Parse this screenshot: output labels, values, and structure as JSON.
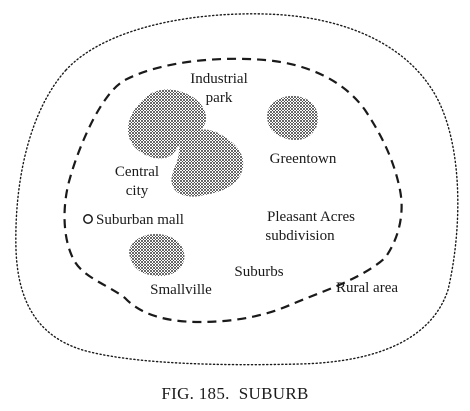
{
  "labels": {
    "industrial_park_line1": "Industrial",
    "industrial_park_line2": "park",
    "greentown": "Greentown",
    "central_city_line1": "Central",
    "central_city_line2": "city",
    "suburban_mall": "Suburban mall",
    "pleasant_acres_line1": "Pleasant Acres",
    "pleasant_acres_line2": "subdivision",
    "suburbs": "Suburbs",
    "smallville": "Smallville",
    "rural_area": "Rural area"
  },
  "caption": "FIG. 185.  SUBURB",
  "colors": {
    "ink": "#1a1a1a",
    "stipple": "#2b2b2b",
    "background": "#ffffff"
  }
}
